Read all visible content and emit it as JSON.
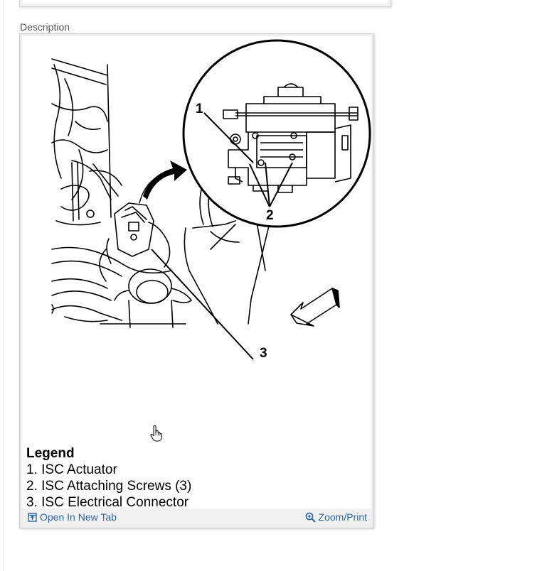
{
  "section": {
    "label": "Description"
  },
  "figure": {
    "callouts": [
      "1",
      "2",
      "3"
    ]
  },
  "legend": {
    "title": "Legend",
    "items": [
      "1. ISC Actuator",
      "2. ISC Attaching Screws (3)",
      "3. ISC Electrical Connector"
    ]
  },
  "footer": {
    "open_tab_label": "Open In New Tab",
    "zoom_print_label": "Zoom/Print"
  },
  "colors": {
    "link": "#2b64a6",
    "label": "#555555"
  },
  "icons": {
    "open_tab": "open-in-new-tab-icon",
    "zoom": "zoom-in-icon",
    "cursor": "hand-pointer-icon"
  }
}
